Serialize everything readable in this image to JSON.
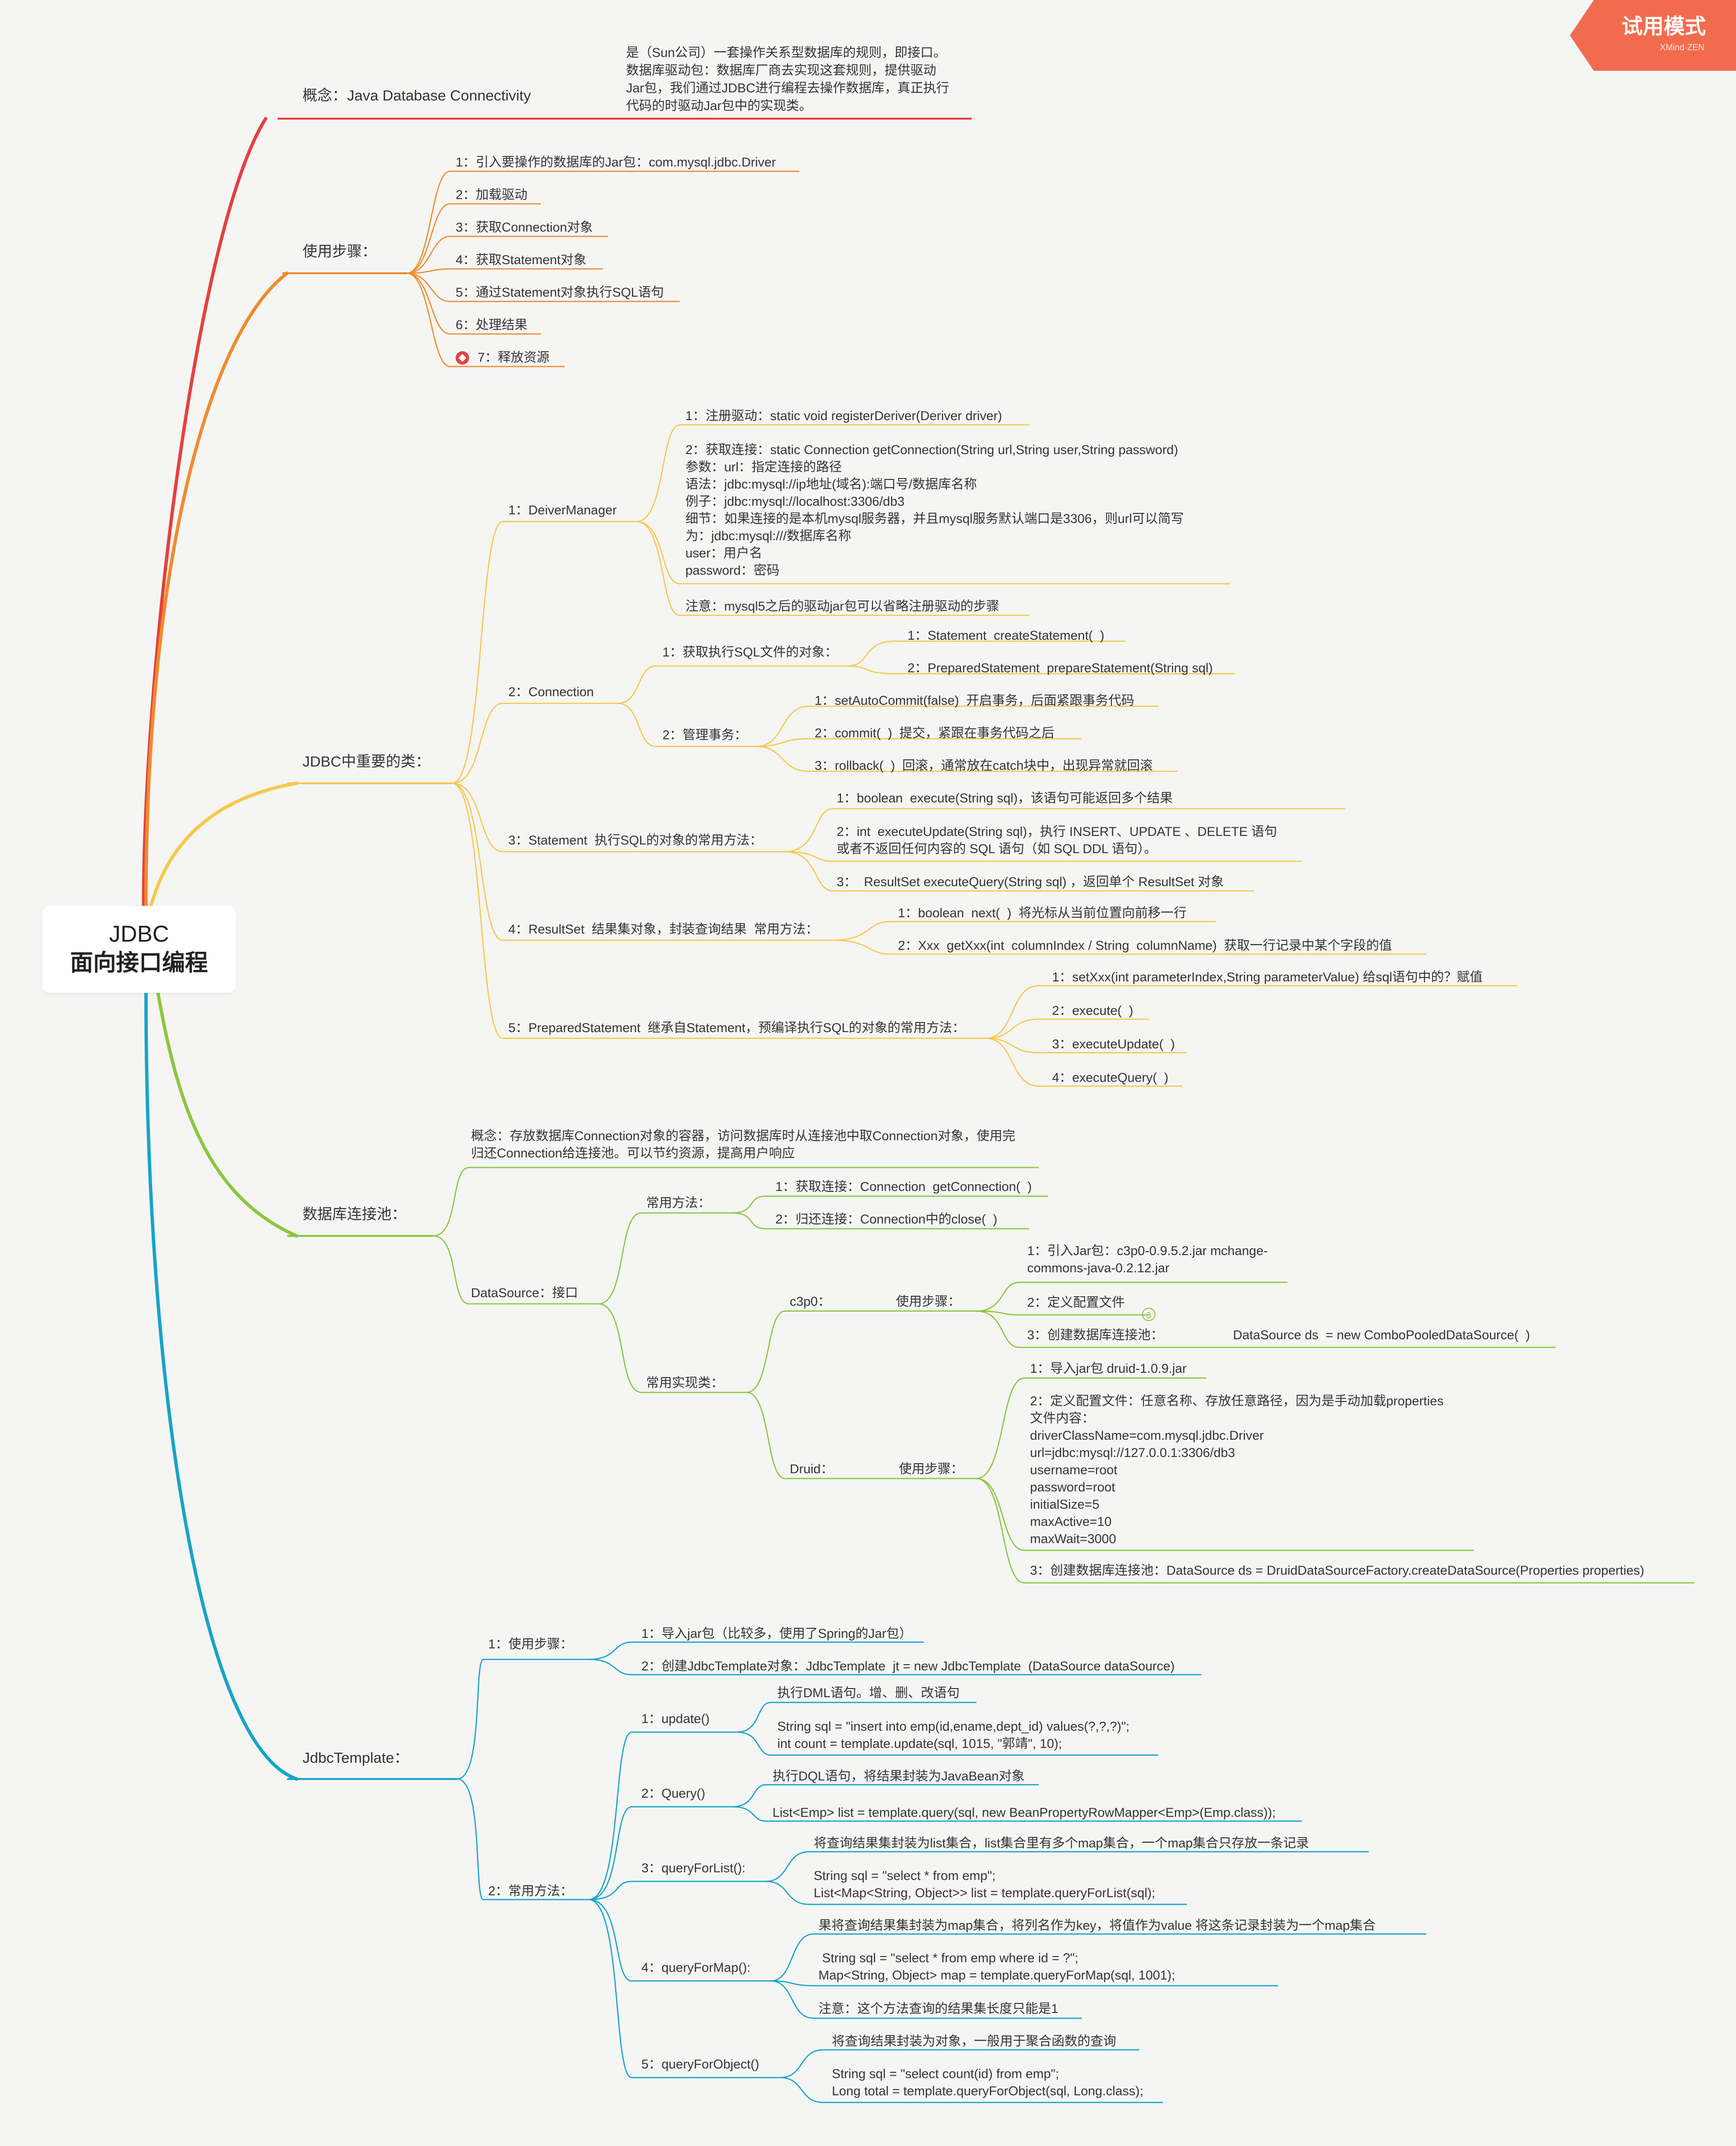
{
  "root": {
    "line1": "JDBC",
    "line2": "面向接口编程"
  },
  "badge": {
    "title": "试用模式",
    "sub": "XMind·ZEN"
  },
  "colors": {
    "red": "#e5403f",
    "orange": "#f08b2c",
    "yellow": "#f7c84a",
    "green": "#8cc63f",
    "blue": "#15a4c8"
  },
  "concept": {
    "label": "概念：Java Database Connectivity",
    "desc": "是（Sun公司）一套操作关系型数据库的规则，即接口。\n数据库驱动包：数据库厂商去实现这套规则，提供驱动\nJar包，我们通过JDBC进行编程去操作数据库，真正执行\n代码的时驱动Jar包中的实现类。"
  },
  "steps": {
    "label": "使用步骤：",
    "items": [
      "1：引入要操作的数据库的Jar包：com.mysql.jdbc.Driver",
      "2：加载驱动",
      "3：获取Connection对象",
      "4：获取Statement对象",
      "5：通过Statement对象执行SQL语句",
      "6：处理结果",
      "7：释放资源"
    ]
  },
  "classes": {
    "label": "JDBC中重要的类：",
    "dm": {
      "label": "1：DeiverManager",
      "items": [
        "1：注册驱动：static void registerDeriver(Deriver driver)",
        "2：获取连接：static Connection getConnection(String url,String user,String password)\n参数：url：指定连接的路径\n语法：jdbc:mysql://ip地址(域名):端口号/数据库名称\n例子：jdbc:mysql://localhost:3306/db3\n细节：如果连接的是本机mysql服务器，并且mysql服务默认端口是3306，则url可以简写\n为：jdbc:mysql:///数据库名称\nuser：用户名\npassword：密码",
        "注意：mysql5之后的驱动jar包可以省略注册驱动的步骤"
      ]
    },
    "conn": {
      "label": "2：Connection",
      "exec": {
        "label": "1：获取执行SQL文件的对象：",
        "items": [
          "1：Statement  createStatement(  )",
          "2：PreparedStatement  prepareStatement(String sql)"
        ]
      },
      "tx": {
        "label": "2：管理事务：",
        "items": [
          "1：setAutoCommit(false)  开启事务，后面紧跟事务代码",
          "2：commit(  )  提交，紧跟在事务代码之后",
          "3：rollback(  )  回滚，通常放在catch块中，出现异常就回滚"
        ]
      }
    },
    "stmt": {
      "label": "3：Statement  执行SQL的对象的常用方法：",
      "items": [
        "1：boolean  execute(String sql)，该语句可能返回多个结果",
        "2：int  executeUpdate(String sql)，执行 INSERT、UPDATE 、DELETE 语句\n或者不返回任何内容的 SQL 语句（如 SQL DDL 语句）。",
        "3：  ResultSet executeQuery(String sql) ，返回单个 ResultSet 对象"
      ]
    },
    "rs": {
      "label": "4：ResultSet  结果集对象，封装查询结果  常用方法：",
      "items": [
        "1：boolean  next(  )  将光标从当前位置向前移一行",
        "2：Xxx  getXxx(int  columnIndex / String  columnName)  获取一行记录中某个字段的值"
      ]
    },
    "ps": {
      "label": "5：PreparedStatement  继承自Statement，预编译执行SQL的对象的常用方法：",
      "items": [
        "1：setXxx(int parameterIndex,String parameterValue) 给sql语句中的？赋值",
        "2：execute(  )",
        "3：executeUpdate(  )",
        "4：executeQuery(  )"
      ]
    }
  },
  "pool": {
    "label": "数据库连接池：",
    "concept": "概念：存放数据库Connection对象的容器，访问数据库时从连接池中取Connection对象，使用完\n归还Connection给连接池。可以节约资源，提高用户响应",
    "ds": {
      "label": "DataSource：接口",
      "methods": {
        "label": "常用方法：",
        "items": [
          "1：获取连接：Connection  getConnection(  )",
          "2：归还连接：Connection中的close(  )"
        ]
      },
      "impls": {
        "label": "常用实现类：",
        "c3p0": {
          "label": "c3p0：",
          "steps_label": "使用步骤：",
          "badge": "3",
          "items": [
            "1：引入Jar包：c3p0-0.9.5.2.jar mchange-\ncommons-java-0.2.12.jar",
            "2：定义配置文件",
            "3：创建数据库连接池："
          ],
          "ds_new": "DataSource ds  = new ComboPooledDataSource(  )"
        },
        "druid": {
          "label": "Druid：",
          "steps_label": "使用步骤：",
          "items": [
            "1：导入jar包 druid-1.0.9.jar",
            "2：定义配置文件：任意名称、存放任意路径，因为是手动加载properties\n文件内容：\ndriverClassName=com.mysql.jdbc.Driver\nurl=jdbc:mysql://127.0.0.1:3306/db3\nusername=root\npassword=root\ninitialSize=5\nmaxActive=10\nmaxWait=3000",
            "3：创建数据库连接池：DataSource ds = DruidDataSourceFactory.createDataSource(Properties properties)"
          ]
        }
      }
    }
  },
  "jt": {
    "label": "JdbcTemplate：",
    "steps": {
      "label": "1：使用步骤：",
      "items": [
        "1：导入jar包（比较多，使用了Spring的Jar包）",
        "2：创建JdbcTemplate对象：JdbcTemplate  jt = new JdbcTemplate  (DataSource dataSource)"
      ]
    },
    "methods": {
      "label": "2：常用方法：",
      "update": {
        "label": "1：update()",
        "items": [
          "执行DML语句。增、删、改语句",
          "String sql = \"insert into emp(id,ename,dept_id) values(?,?,?)\";\nint count = template.update(sql, 1015, \"郭靖\", 10);"
        ]
      },
      "query": {
        "label": "2：Query()",
        "items": [
          "执行DQL语句，将结果封装为JavaBean对象",
          "List<Emp> list = template.query(sql, new BeanPropertyRowMapper<Emp>(Emp.class));"
        ]
      },
      "qlist": {
        "label": "3：queryForList():",
        "items": [
          "将查询结果集封装为list集合，list集合里有多个map集合，一个map集合只存放一条记录",
          "String sql = \"select * from emp\";\nList<Map<String, Object>> list = template.queryForList(sql);"
        ]
      },
      "qmap": {
        "label": "4：queryForMap():",
        "items": [
          "果将查询结果集封装为map集合，将列名作为key，将值作为value 将这条记录封装为一个map集合",
          " String sql = \"select * from emp where id = ?\";\nMap<String, Object> map = template.queryForMap(sql, 1001);",
          "注意：这个方法查询的结果集长度只能是1"
        ]
      },
      "qobj": {
        "label": "5：queryForObject()",
        "items": [
          "将查询结果封装为对象，一般用于聚合函数的查询",
          "String sql = \"select count(id) from emp\";\nLong total = template.queryForObject(sql, Long.class);"
        ]
      }
    }
  }
}
